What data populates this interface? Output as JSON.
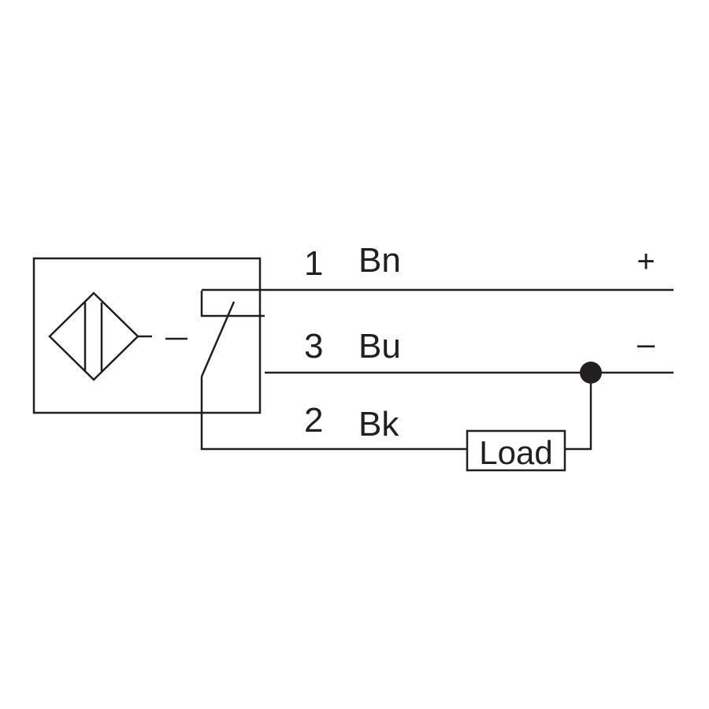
{
  "wires": [
    {
      "pin": "1",
      "color_code": "Bn",
      "polarity": "+"
    },
    {
      "pin": "3",
      "color_code": "Bu",
      "polarity": "–"
    },
    {
      "pin": "2",
      "color_code": "Bk"
    }
  ],
  "load_label": "Load",
  "icons": {
    "sensor": "inductive-sensor-diamond-icon",
    "switch": "normally-open-switch-icon",
    "junction": "junction-dot-icon"
  },
  "colors": {
    "line": "#231f20",
    "background": "#ffffff"
  }
}
